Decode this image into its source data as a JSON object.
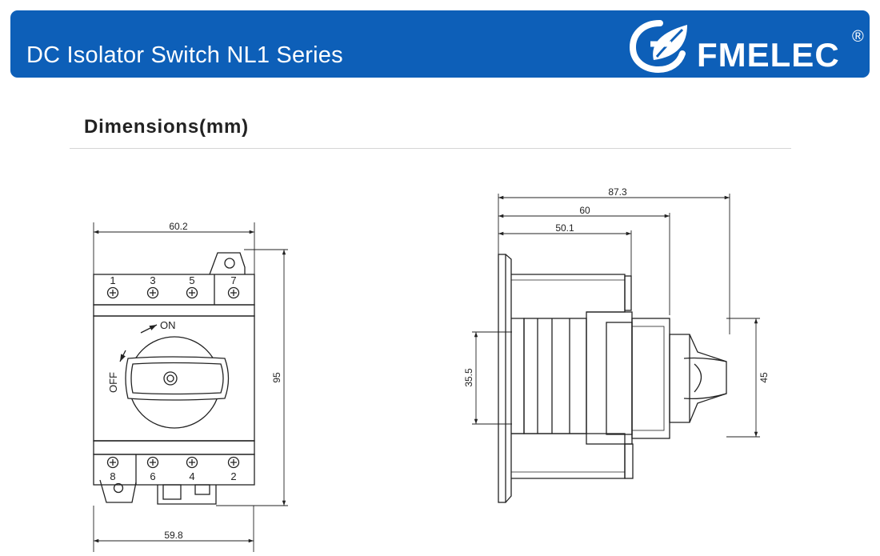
{
  "header": {
    "title": "DC Isolator Switch NL1 Series",
    "brand": "FMELEC",
    "registered_mark": "®",
    "background_color": "#0d5fb8"
  },
  "section": {
    "title": "Dimensions(mm)"
  },
  "front_view": {
    "dim_top_width": "60.2",
    "dim_bottom_width": "59.8",
    "dim_height": "95",
    "terminals_top": [
      "1",
      "3",
      "5",
      "7"
    ],
    "terminals_bottom": [
      "8",
      "6",
      "4",
      "2"
    ],
    "label_on": "ON",
    "label_off": "OFF"
  },
  "side_view": {
    "dim_overall": "87.3",
    "dim_60": "60",
    "dim_50": "50.1",
    "dim_rail": "35.5",
    "dim_handle": "45"
  }
}
